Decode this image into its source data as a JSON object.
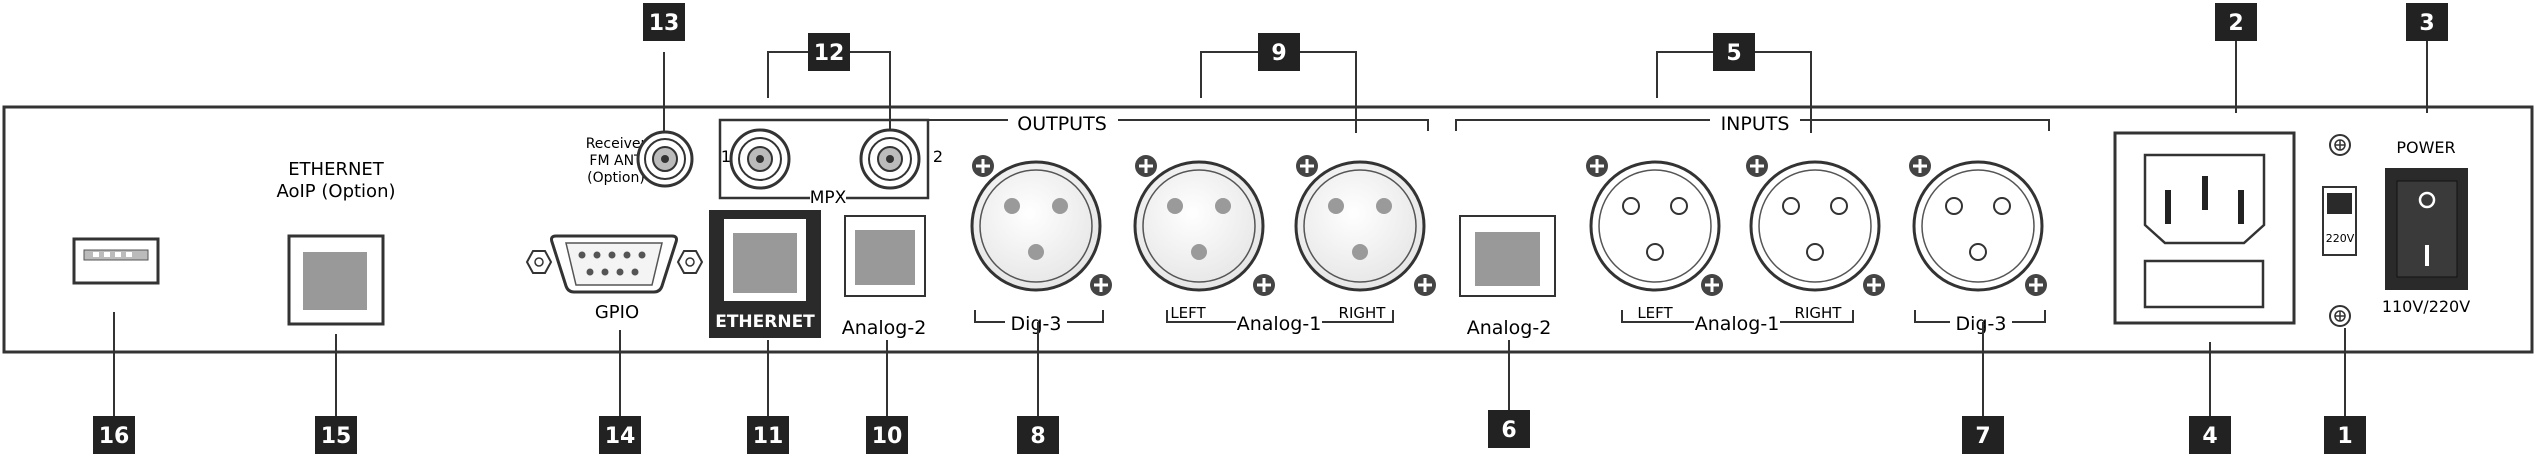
{
  "panel": {
    "outputs_header": "OUTPUTS",
    "inputs_header": "INPUTS",
    "ethernet_aoip_line1": "ETHERNET",
    "ethernet_aoip_line2": "AoIP (Option)",
    "receiver_line1": "Receiver",
    "receiver_line2": "FM ANT",
    "receiver_line3": "(Option)",
    "mpx_label": "MPX",
    "mpx_port1": "1",
    "mpx_port2": "2",
    "gpio_label": "GPIO",
    "ethernet_label": "ETHERNET",
    "out_analog2_label": "Analog-2",
    "out_dig3_label": "Dig-3",
    "out_left_label": "LEFT",
    "out_analog1_label": "Analog-1",
    "out_right_label": "RIGHT",
    "in_analog2_label": "Analog-2",
    "in_left_label": "LEFT",
    "in_analog1_label": "Analog-1",
    "in_right_label": "RIGHT",
    "in_dig3_label": "Dig-3",
    "voltage_switch_label": "220V",
    "power_label": "POWER",
    "voltage_label": "110V/220V"
  },
  "callouts": {
    "c1": "1",
    "c2": "2",
    "c3": "3",
    "c4": "4",
    "c5": "5",
    "c6": "6",
    "c7": "7",
    "c8": "8",
    "c9": "9",
    "c10": "10",
    "c11": "11",
    "c12": "12",
    "c13": "13",
    "c14": "14",
    "c15": "15",
    "c16": "16"
  },
  "colors": {
    "panel_stroke": "#333333",
    "callout_bg": "#222222",
    "callout_text": "#ffffff",
    "jack_fill": "#999999",
    "connector_pin": "#9a9a9a",
    "power_switch": "#2a2a2a"
  }
}
